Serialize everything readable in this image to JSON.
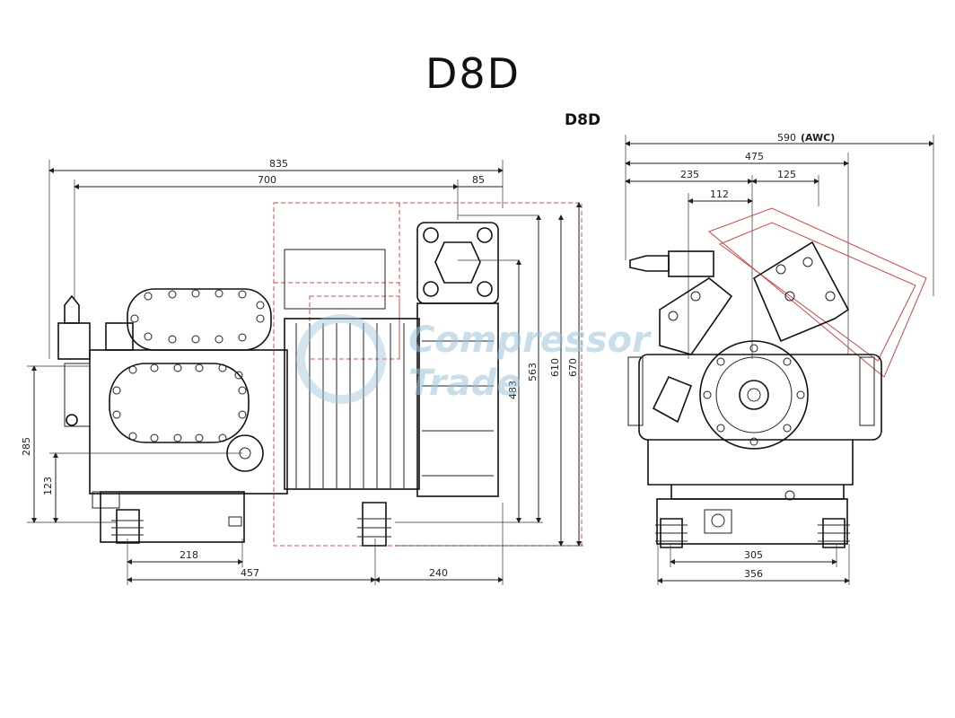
{
  "title": "D8D",
  "subtitle": "D8D",
  "watermark": {
    "line1": "Compressor",
    "line2": "Trade"
  },
  "side_view": {
    "dims": {
      "overall_length": "835",
      "length_700": "700",
      "offset_85": "85",
      "width_457": "457",
      "width_240": "240",
      "width_218": "218",
      "height_285": "285",
      "height_123": "123",
      "height_483": "483",
      "height_563": "563",
      "height_610": "610",
      "height_670": "670"
    }
  },
  "front_view": {
    "dims": {
      "awc_590": "590",
      "awc_label": "(AWC)",
      "width_475": "475",
      "width_235": "235",
      "width_125": "125",
      "width_112": "112",
      "base_305": "305",
      "base_356": "356"
    }
  },
  "colors": {
    "outline": "#222222",
    "awc_outline": "#d24b4b",
    "watermark": "#9dc4dc"
  }
}
